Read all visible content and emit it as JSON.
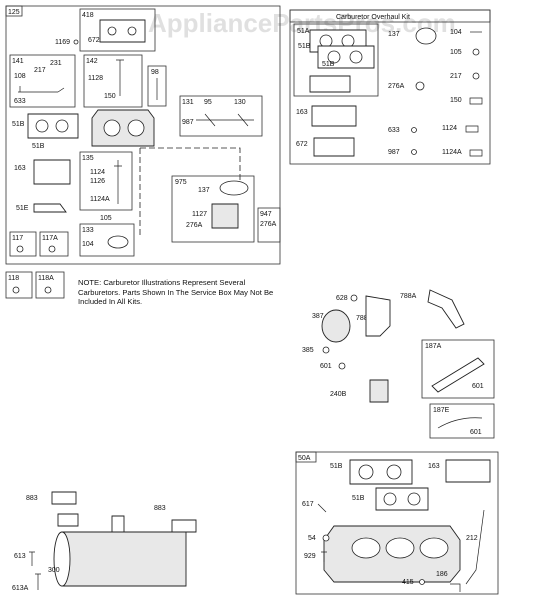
{
  "watermark": "AppliancePartsPros.com",
  "note": "NOTE: Carburetor Illustrations Represent Several Carburetors. Parts Shown In The Service Box May Not Be Included In All Kits.",
  "kit": {
    "title": "Carburetor Overhaul Kit",
    "parts": [
      "51A",
      "51B",
      "51B",
      "137",
      "104",
      "105",
      "217",
      "276A",
      "150",
      "163",
      "633",
      "1124",
      "672",
      "987",
      "1124A"
    ]
  },
  "labels": {
    "l125": "125",
    "l418": "418",
    "l672": "672",
    "l1169": "1169",
    "l141": "141",
    "l231": "231",
    "l217": "217",
    "l108": "108",
    "l633": "633",
    "l142": "142",
    "l1128": "1128",
    "l150": "150",
    "l98": "98",
    "l131": "131",
    "l95": "95",
    "l130": "130",
    "l987": "987",
    "l51B": "51B",
    "l51Bb": "51B",
    "l163": "163",
    "l51E": "51E",
    "l135": "135",
    "l1124": "1124",
    "l1126": "1126",
    "l1124A": "1124A",
    "l105": "105",
    "l975": "975",
    "l137": "137",
    "l1127": "1127",
    "l276A": "276A",
    "l947": "947",
    "l276Ab": "276A",
    "l117": "117",
    "l117A": "117A",
    "l133": "133",
    "l104": "104",
    "l118": "118",
    "l118A": "118A",
    "l628": "628",
    "l387": "387",
    "l788": "788",
    "l788A": "788A",
    "l385": "385",
    "l601": "601",
    "l240B": "240B",
    "l187A": "187A",
    "l601b": "601",
    "l187E": "187E",
    "l601c": "601",
    "l883": "883",
    "l883b": "883",
    "l613": "613",
    "l300": "300",
    "l613A": "613A",
    "l50A": "50A",
    "l51Bc": "51B",
    "l163b": "163",
    "l51Bd": "51B",
    "l617": "617",
    "l54": "54",
    "l929": "929",
    "l212": "212",
    "l186": "186",
    "l415": "415"
  }
}
